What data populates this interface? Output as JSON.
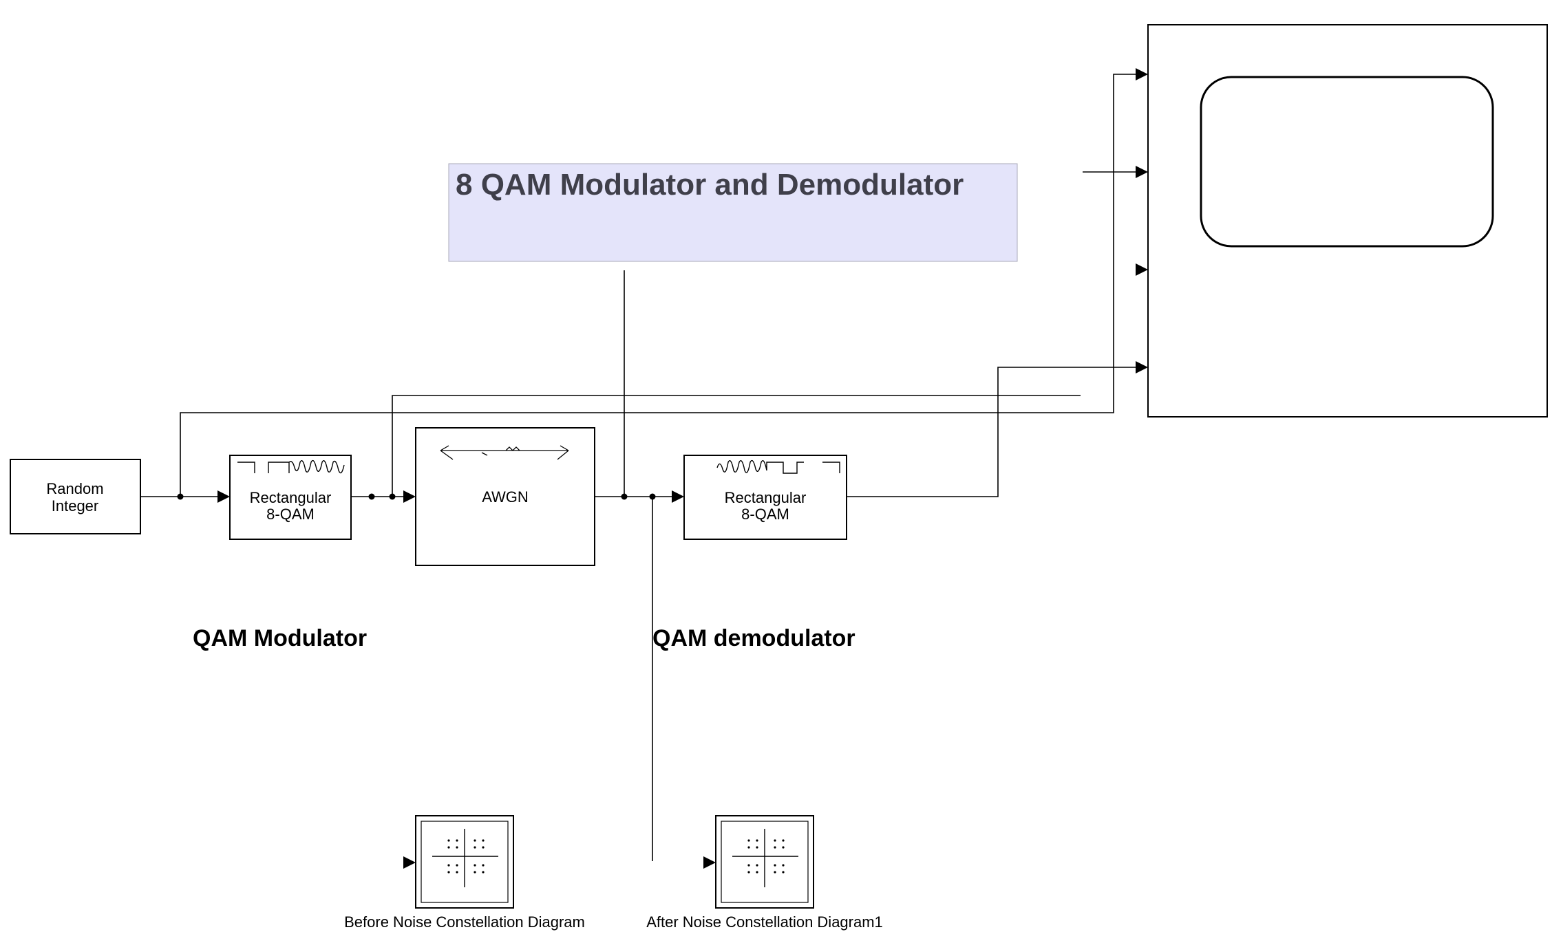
{
  "title": "8 QAM Modulator and Demodulator",
  "blocks": {
    "random_integer": {
      "line1": "Random",
      "line2": "Integer"
    },
    "modulator": {
      "line1": "Rectangular",
      "line2": "8-QAM"
    },
    "awgn": {
      "label": "AWGN"
    },
    "demodulator": {
      "line1": "Rectangular",
      "line2": "8-QAM"
    }
  },
  "annotations": {
    "modulator_section": "QAM Modulator",
    "demodulator_section": "QAM demodulator"
  },
  "constellation": {
    "before_caption": "Before Noise Constellation Diagram",
    "after_caption": "After Noise Constellation Diagram1"
  },
  "colors": {
    "title_background": "#e4e4fa",
    "title_text": "#3f3f4a"
  }
}
